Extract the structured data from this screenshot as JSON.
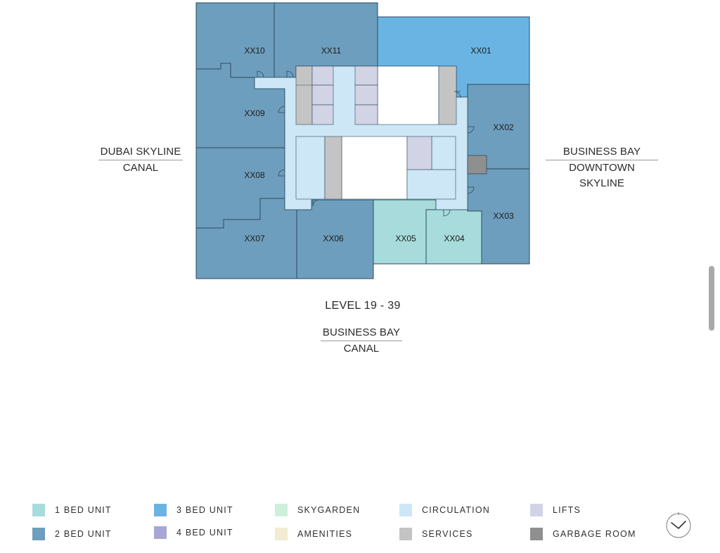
{
  "units": {
    "xx01": "XX01",
    "xx02": "XX02",
    "xx03": "XX03",
    "xx04": "XX04",
    "xx05": "XX05",
    "xx06": "XX06",
    "xx07": "XX07",
    "xx08": "XX08",
    "xx09": "XX09",
    "xx10": "XX10",
    "xx11": "XX11"
  },
  "views": {
    "west": {
      "top": "DUBAI SKYLINE",
      "bottom": "CANAL"
    },
    "east": {
      "top": "BUSINESS BAY",
      "bottom": "DOWNTOWN SKYLINE"
    },
    "south": {
      "top": "BUSINESS BAY",
      "bottom": "CANAL"
    }
  },
  "level_title": "LEVEL 19 - 39",
  "legend": [
    {
      "label": "1 BED UNIT",
      "color": "#a8dcdc"
    },
    {
      "label": "2 BED UNIT",
      "color": "#6e9ebd"
    },
    {
      "label": "3 BED UNIT",
      "color": "#6ab4e4"
    },
    {
      "label": "4 BED UNIT",
      "color": "#a7a6d4"
    },
    {
      "label": "SKYGARDEN",
      "color": "#cdf0dc"
    },
    {
      "label": "AMENITIES",
      "color": "#f1ecd2"
    },
    {
      "label": "CIRCULATION",
      "color": "#cde7f6"
    },
    {
      "label": "SERVICES",
      "color": "#c4c4c4"
    },
    {
      "label": "LIFTS",
      "color": "#d3d3e6"
    },
    {
      "label": "GARBAGE ROOM",
      "color": "#8f8f8f"
    }
  ],
  "colors": {
    "two_bed": "#6e9ebd",
    "three_bed": "#6ab4e4",
    "one_bed": "#a8dcdc",
    "circulation": "#cde7f6",
    "services": "#c4c4c4",
    "lifts": "#d3d3e6",
    "garbage": "#8f8f8f",
    "outline": "#2b4a5e"
  },
  "icons": {
    "compass": "compass-icon"
  }
}
